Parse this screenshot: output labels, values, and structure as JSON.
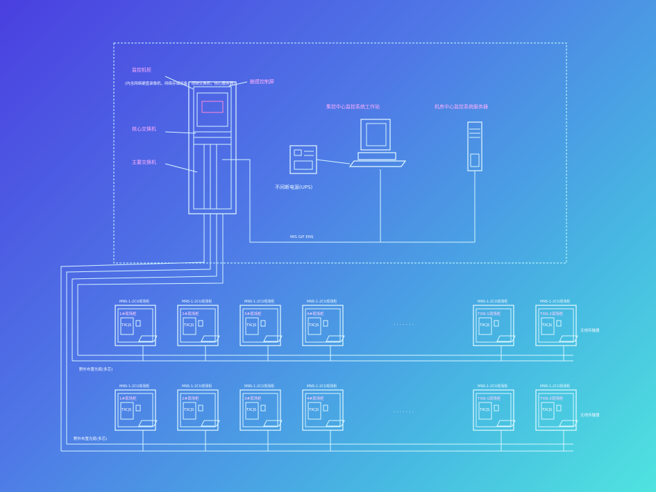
{
  "monitor_room": {
    "rack_labels": [
      "监控机柜",
      "核心交换机",
      "主要交换机"
    ],
    "rack_sublabel": "(内含网络硬盘录像机，网络存储设备，视频交换机，核心服务器)",
    "top_right_rack_label": "触摸控制屏",
    "workstation_label": "集控中心监控系统工作站",
    "server_label": "机房中心监控系统服务器",
    "ups_label": "不间断电源(UPS)",
    "network_label": "MIS GIF ENS"
  },
  "field_rows": [
    {
      "bus_label": "野外布置光缆(多芯)",
      "ellipsis": "· · · · · · ·",
      "end_label": "无线传输器",
      "cabinets": [
        {
          "title": "MNS-1-2CU现场柜",
          "name": "1#现场柜",
          "code": "TXCJS"
        },
        {
          "title": "MNS-1-2CU现场柜",
          "name": "2#现场柜",
          "code": "TXCJS"
        },
        {
          "title": "MNS-1-2CU现场柜",
          "name": "3#现场柜",
          "code": "TXCJS"
        },
        {
          "title": "MNS-1-2CU现场柜",
          "name": "4#现场柜",
          "code": "TXCJS"
        },
        {
          "title": "MNS-1-2CU现场柜",
          "name": "TXN-1现场柜",
          "code": "TXCJS"
        },
        {
          "title": "MNS-1-2CU现场柜",
          "name": "TXN-2现场柜",
          "code": "TXCJS"
        }
      ]
    },
    {
      "bus_label": "野外布置光缆(多芯)",
      "ellipsis": "· · · · · · ·",
      "end_label": "无线传输器",
      "cabinets": [
        {
          "title": "MNS-1-2CU现场柜",
          "name": "1#现场柜",
          "code": "TXCJS"
        },
        {
          "title": "MNS-1-2CU现场柜",
          "name": "2#现场柜",
          "code": "TXCJS"
        },
        {
          "title": "MNS-1-2CU现场柜",
          "name": "3#现场柜",
          "code": "TXCJS"
        },
        {
          "title": "MNS-1-2CU现场柜",
          "name": "4#现场柜",
          "code": "TXCJS"
        },
        {
          "title": "MNS-1-2CU现场柜",
          "name": "TXN-1现场柜",
          "code": "TXCJS"
        },
        {
          "title": "MNS-1-2CU现场柜",
          "name": "TXN-2现场柜",
          "code": "TXCJS"
        }
      ]
    }
  ],
  "colors": {
    "bg_start": "#4a3fe0",
    "bg_end": "#4fe3df",
    "line": "#e6fbff",
    "label_accent": "#ffb0ff"
  }
}
